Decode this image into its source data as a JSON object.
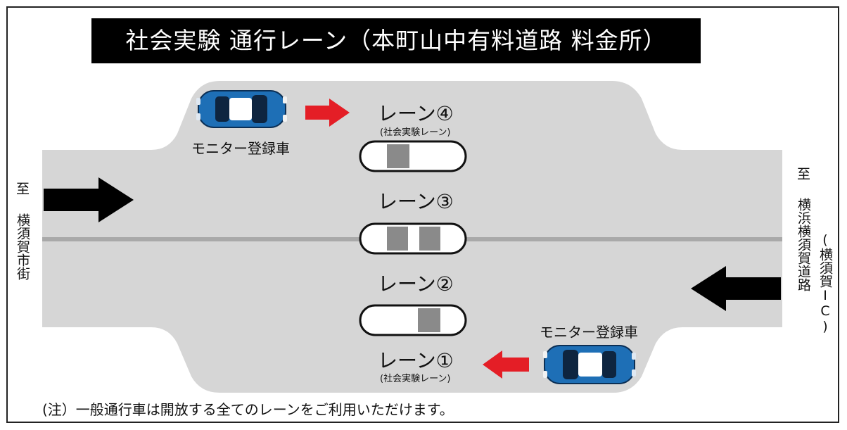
{
  "title": "社会実験 通行レーン（本町山中有料道路 料金所）",
  "lanes": [
    {
      "label": "レーン④",
      "sub": "(社会実験レーン)"
    },
    {
      "label": "レーン③",
      "sub": ""
    },
    {
      "label": "レーン②",
      "sub": ""
    },
    {
      "label": "レーン①",
      "sub": "(社会実験レーン)"
    }
  ],
  "car_label": "モニター登録車",
  "left_destination": {
    "to": "至",
    "place": "横須賀市街"
  },
  "right_destination": {
    "to": "至",
    "place": "横浜横須賀道路",
    "paren": "(横須賀IC)"
  },
  "note": "(注）一般通行車は開放する全てのレーンをご利用いただけます。",
  "colors": {
    "road": "#d6d6d6",
    "center_line": "#a9a9a9",
    "booth_stripe": "#8a8a8a",
    "arrow_black": "#000000",
    "arrow_red": "#e41e26",
    "car_blue": "#1e6fb6"
  },
  "icons": [
    "black-arrow-right",
    "black-arrow-left",
    "red-arrow-right",
    "red-arrow-left",
    "blue-car-icon"
  ]
}
